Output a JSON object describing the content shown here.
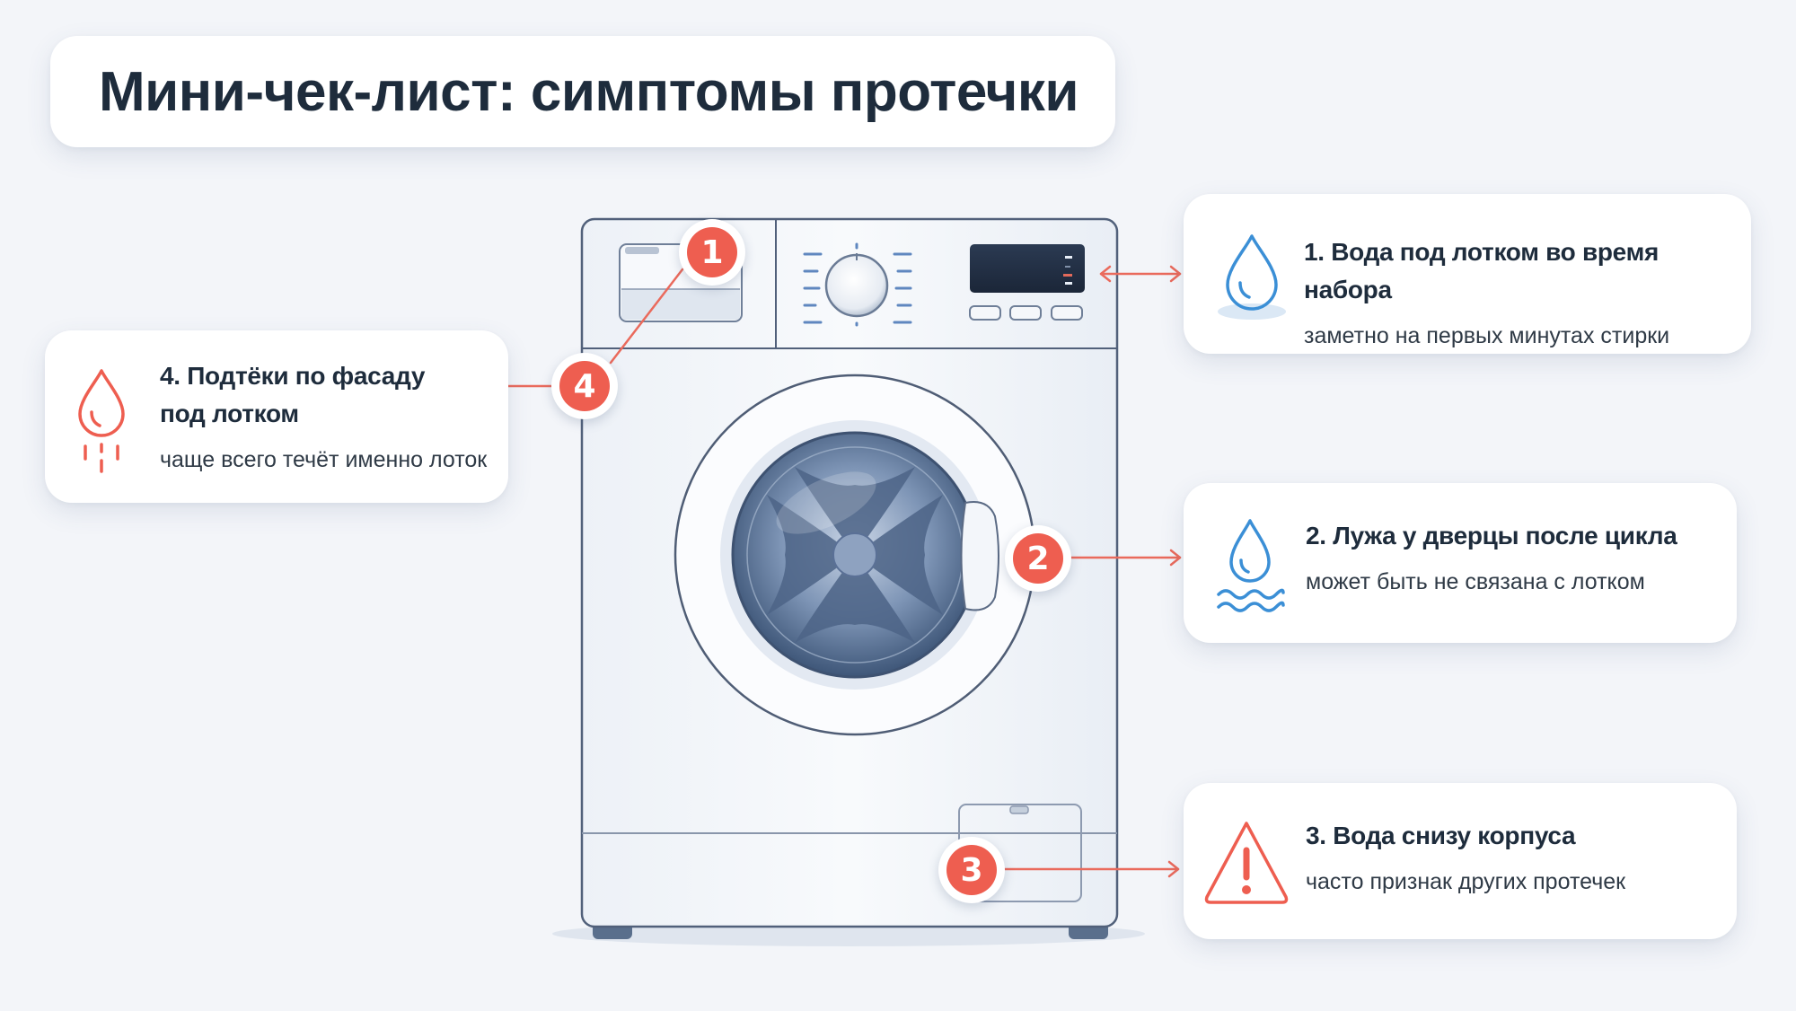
{
  "title": "Мини-чек-лист: симптомы протечки",
  "colors": {
    "background": "#f3f5f9",
    "card": "#ffffff",
    "accent_red": "#ee5e50",
    "accent_blue": "#3b8fd6",
    "text_dark": "#1e2c3c",
    "machine_outline": "#51607a",
    "drum": "#5a7398"
  },
  "badges": [
    {
      "number": "1",
      "target": "detergent-drawer"
    },
    {
      "number": "2",
      "target": "door-handle"
    },
    {
      "number": "3",
      "target": "bottom-service-hatch"
    },
    {
      "number": "4",
      "target": "front-below-drawer"
    }
  ],
  "items": [
    {
      "icon": "water-drop-icon",
      "icon_color": "#3b8fd6",
      "heading": "1. Вода под лотком во время набора",
      "subtext": "заметно на первых минутах стирки"
    },
    {
      "icon": "drop-with-waves-icon",
      "icon_color": "#3b8fd6",
      "heading": "2. Лужа у дверцы после цикла",
      "subtext": "может быть не связана с лотком"
    },
    {
      "icon": "warning-triangle-icon",
      "icon_color": "#ee5e50",
      "heading": "3. Вода снизу корпуса",
      "subtext": "часто признак других протечек"
    },
    {
      "icon": "dripping-drop-icon",
      "icon_color": "#ee5e50",
      "heading_line1": "4. Подтёки по фасаду",
      "heading_line2": "под лотком",
      "subtext": "чаще всего течёт именно лоток"
    }
  ]
}
